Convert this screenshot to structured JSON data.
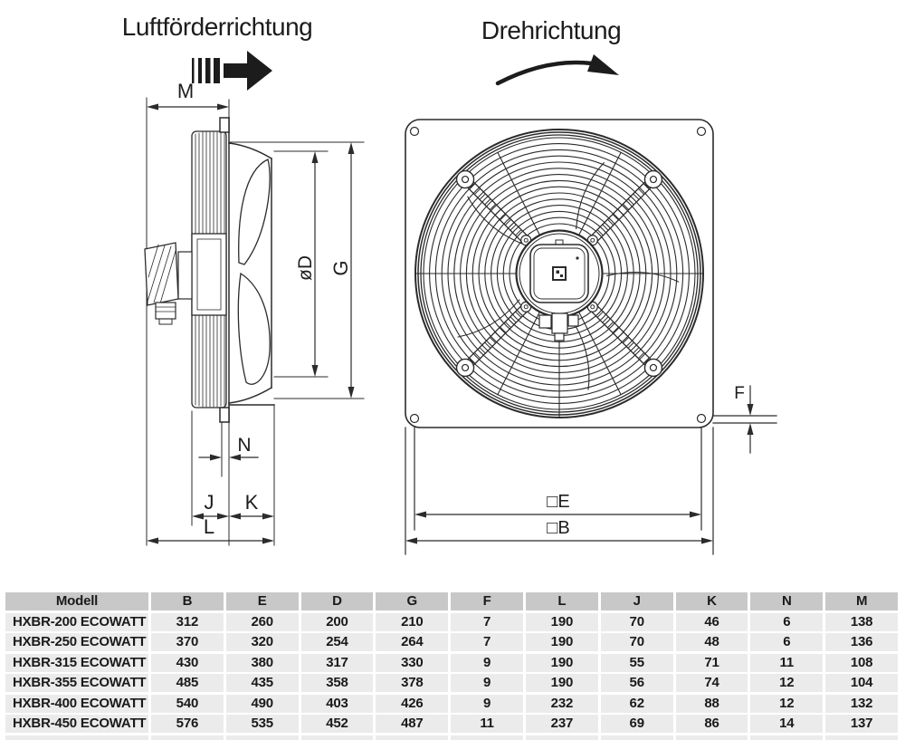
{
  "headings": {
    "airflow_direction": "Luftförderrichtung",
    "rotation_direction": "Drehrichtung"
  },
  "side_view": {
    "dim_m": "M",
    "dim_d": "øD",
    "dim_g": "G",
    "dim_n": "N",
    "dim_j": "J",
    "dim_k": "K",
    "dim_l": "L"
  },
  "front_view": {
    "dim_f": "F",
    "dim_e": "□E",
    "dim_b": "□B"
  },
  "table": {
    "headers": [
      "Modell",
      "B",
      "E",
      "D",
      "G",
      "F",
      "L",
      "J",
      "K",
      "N",
      "M"
    ],
    "rows": [
      {
        "model": "HXBR-200 ECOWATT",
        "values": [
          "312",
          "260",
          "200",
          "210",
          "7",
          "190",
          "70",
          "46",
          "6",
          "138"
        ]
      },
      {
        "model": "HXBR-250 ECOWATT",
        "values": [
          "370",
          "320",
          "254",
          "264",
          "7",
          "190",
          "70",
          "48",
          "6",
          "136"
        ]
      },
      {
        "model": "HXBR-315 ECOWATT",
        "values": [
          "430",
          "380",
          "317",
          "330",
          "9",
          "190",
          "55",
          "71",
          "11",
          "108"
        ]
      },
      {
        "model": "HXBR-355 ECOWATT",
        "values": [
          "485",
          "435",
          "358",
          "378",
          "9",
          "190",
          "56",
          "74",
          "12",
          "104"
        ]
      },
      {
        "model": "HXBR-400 ECOWATT",
        "values": [
          "540",
          "490",
          "403",
          "426",
          "9",
          "232",
          "62",
          "88",
          "12",
          "132"
        ]
      },
      {
        "model": "HXBR-450 ECOWATT",
        "values": [
          "576",
          "535",
          "452",
          "487",
          "11",
          "237",
          "69",
          "86",
          "14",
          "137"
        ]
      }
    ]
  },
  "colors": {
    "line": "#2b2b2b",
    "text": "#1a1a1a",
    "table_header_bg": "#c8c8c8",
    "table_row_bg": "#ebebeb"
  }
}
